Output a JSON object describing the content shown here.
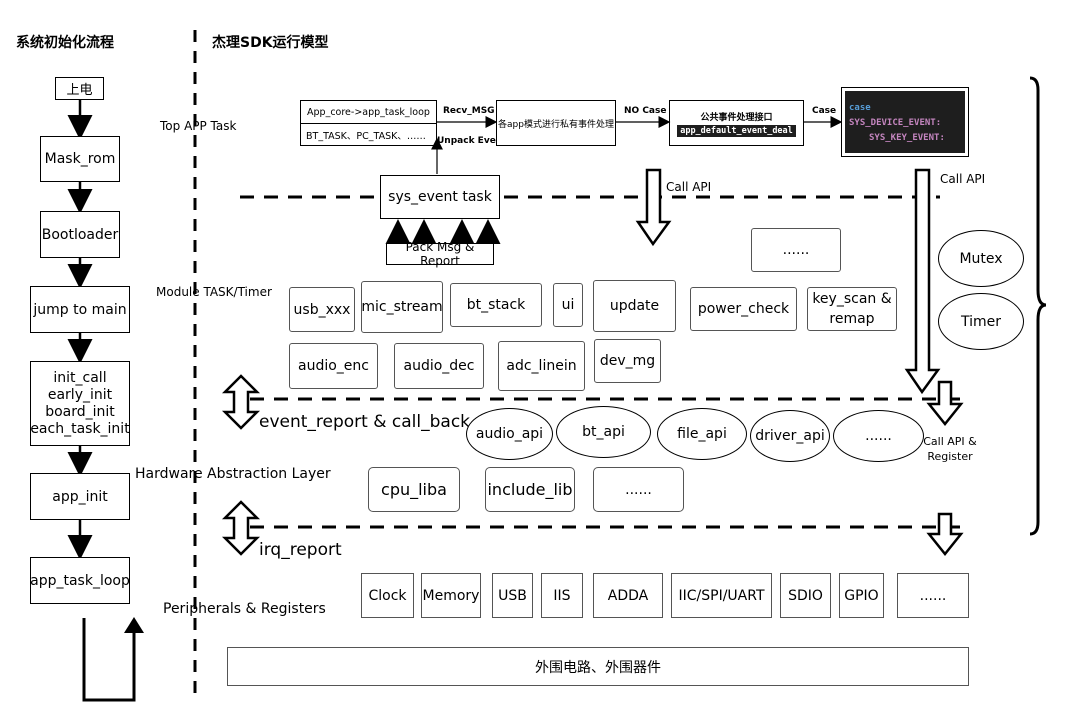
{
  "left_title": "系统初始化流程",
  "right_title": "杰理SDK运行模型",
  "init_flow": {
    "power_on": "上电",
    "mask_rom": "Mask_rom",
    "bootloader": "Bootloader",
    "jump_main": "jump to main",
    "init_calls": [
      "init_call",
      "early_init",
      "board_init",
      "each_task_init"
    ],
    "app_init": "app_init",
    "app_task_loop": "app_task_loop"
  },
  "layers": {
    "top_app_task": "Top APP Task",
    "module_task": "Module TASK/Timer",
    "hal": "Hardware Abstraction Layer",
    "peripherals": "Peripherals & Registers"
  },
  "top": {
    "app_core": "App_core->app_task_loop",
    "tasks": "BT_TASK、PC_TASK、……",
    "recv_msg": "Recv_MSG",
    "unpack_event": "Unpack Event",
    "private_handler": "各app模式进行私有事件处理",
    "no_case": "NO Case",
    "common_handler": "公共事件处理接口",
    "default_deal": "app_default_event_deal",
    "case": "Case",
    "code_case_kw": "case",
    "code_line1": "SYS_DEVICE_EVENT:",
    "code_line2": "SYS_KEY_EVENT:",
    "code_line3": "......"
  },
  "sys_event_task": "sys_event task",
  "pack_msg": "Pack Msg & Report",
  "call_api_1": "Call API",
  "call_api_2": "Call API",
  "modules": {
    "dots": "......",
    "usb": "usb_xxx",
    "mic": "mic_stream",
    "bt": "bt_stack",
    "ui": "ui",
    "update": "update",
    "power": "power_check",
    "key_scan": "key_scan &",
    "remap": "remap",
    "audio_enc": "audio_enc",
    "audio_dec": "audio_dec",
    "adc_linein": "adc_linein",
    "dev_mg": "dev_mg"
  },
  "sync": {
    "mutex": "Mutex",
    "timer": "Timer"
  },
  "event_report": "event_report & call_back",
  "irq_report": "irq_report",
  "call_api_register": [
    "Call API &",
    "Register"
  ],
  "apis": [
    "audio_api",
    "bt_api",
    "file_api",
    "driver_api",
    "......"
  ],
  "libs": [
    "cpu_liba",
    "include_lib",
    "......"
  ],
  "peripherals": [
    "Clock",
    "Memory",
    "USB",
    "IIS",
    "ADDA",
    "IIC/SPI/UART",
    "SDIO",
    "GPIO",
    "......"
  ],
  "external": "外围电路、外围器件",
  "colors": {
    "code_bg": "#1e1e1e",
    "code_keyword": "#569cd6",
    "code_macro": "#c586c0",
    "line": "#000000"
  }
}
